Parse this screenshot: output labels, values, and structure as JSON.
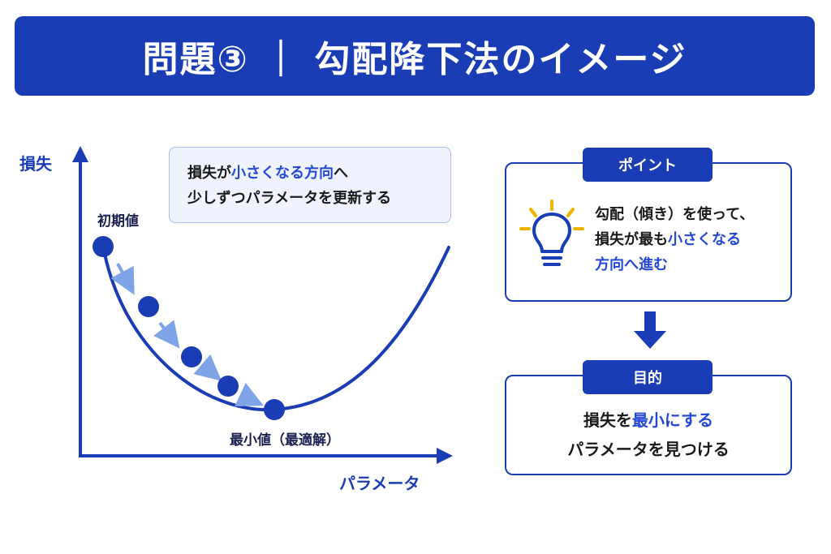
{
  "title": "問題③ ｜ 勾配降下法のイメージ",
  "diagram": {
    "y_axis_label": "損失",
    "x_axis_label": "パラメータ",
    "start_label": "初期値",
    "min_label": "最小値（最適解）",
    "note": {
      "line1_pre": "損失が",
      "line1_hl": "小さくなる方向",
      "line1_post": "へ",
      "line2": "少しずつパラメータを更新する"
    }
  },
  "point": {
    "tag": "ポイント",
    "icon": "lightbulb-icon",
    "line1": "勾配（傾き）を使って、",
    "line2_pre": "損失が最も",
    "line2_hl": "小さくなる",
    "line3": "方向へ進む"
  },
  "arrow_icon": "down-arrow-icon",
  "goal": {
    "tag": "目的",
    "line1_pre": "損失を",
    "line1_hl": "最小",
    "line1_post": "にする",
    "line2": "パラメータを見つける"
  },
  "colors": {
    "primary": "#1a3cb4",
    "highlight": "#2447d6",
    "step_arrow": "#7ea3e6",
    "bulb": "#f2b400"
  }
}
